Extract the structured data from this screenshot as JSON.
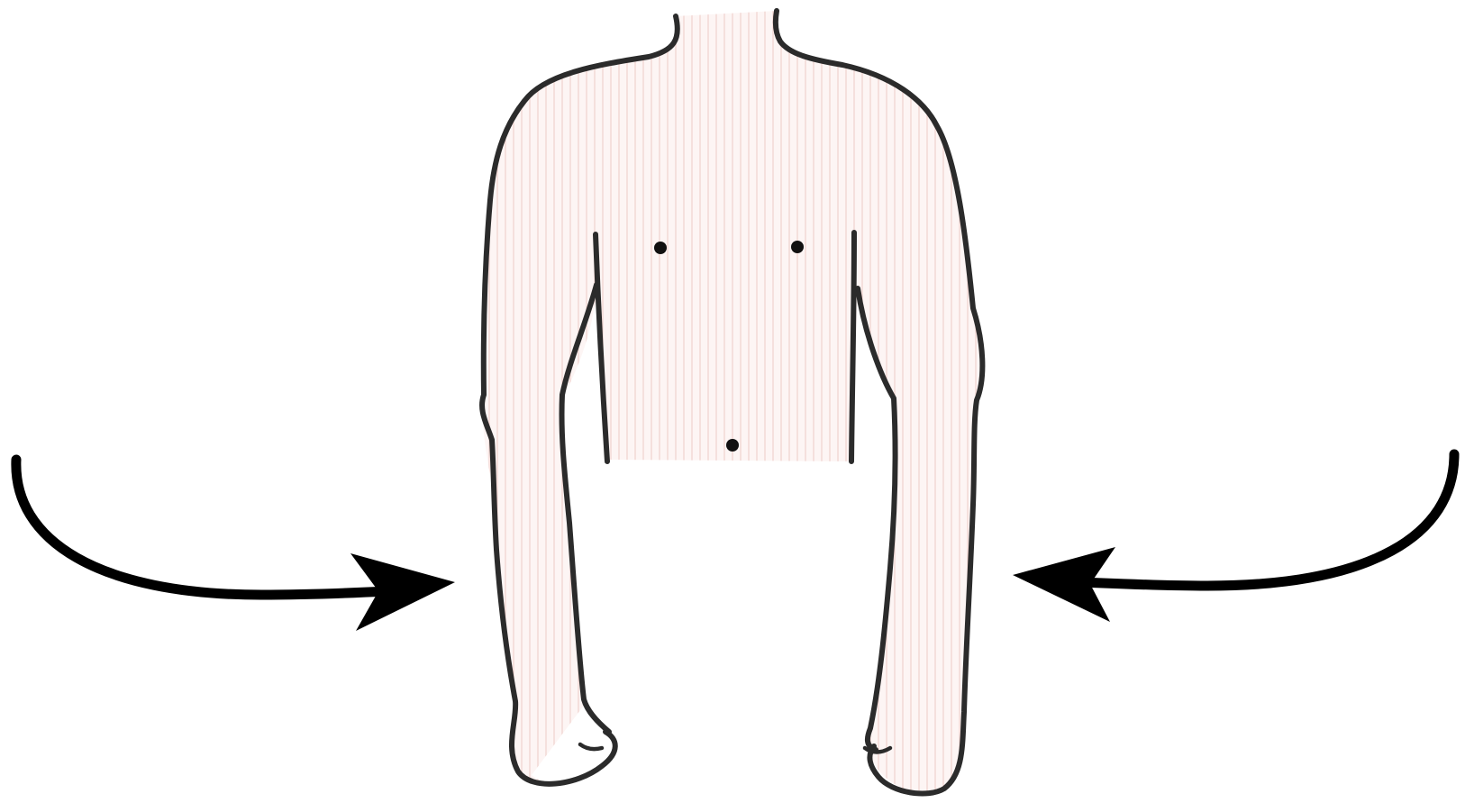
{
  "figure": {
    "subject": "human-torso-arms",
    "text": "",
    "colors": {
      "outline": "#2b2b2b",
      "skin_fill": "#fdf5f4",
      "hatch": "#f1d4d1",
      "arrow": "#000000",
      "background": "#ffffff"
    },
    "markers": [
      "left-nipple",
      "right-nipple",
      "navel"
    ],
    "arrows": [
      "arrow-left-inward",
      "arrow-right-inward"
    ]
  }
}
